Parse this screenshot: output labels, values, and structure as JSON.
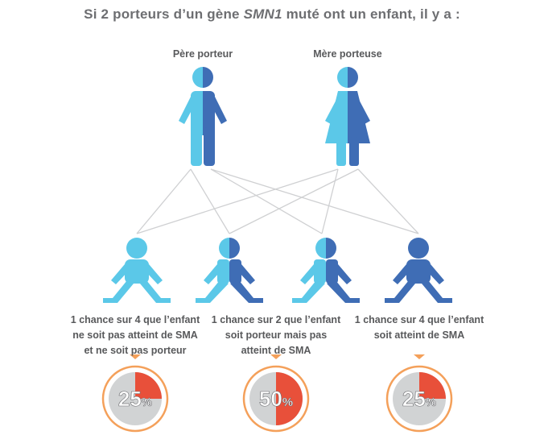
{
  "title": {
    "prefix": "Si 2 porteurs d’un gène ",
    "gene": "SMN1",
    "suffix": " muté ont un enfant, il y a :"
  },
  "parents": {
    "father_label": "Père porteur",
    "mother_label": "Mère porteuse"
  },
  "outcomes": [
    {
      "lines": [
        "1 chance sur 4 que l’enfant",
        "ne soit pas atteint de SMA",
        "et ne soit pas porteur"
      ],
      "percent_number": "25",
      "percent_sign": "%",
      "fraction": 0.25
    },
    {
      "lines": [
        "1 chance sur 2 que l’enfant",
        "soit porteur mais pas",
        "atteint de SMA"
      ],
      "percent_number": "50",
      "percent_sign": "%",
      "fraction": 0.5
    },
    {
      "lines": [
        "1 chance sur 4 que l’enfant",
        "soit atteint de SMA"
      ],
      "percent_number": "25",
      "percent_sign": "%",
      "fraction": 0.25
    }
  ],
  "colors": {
    "light_blue": "#5bc8e8",
    "dark_blue": "#3f6db5",
    "orange": "#f4a05a",
    "red": "#e8503a",
    "gray": "#d1d3d4",
    "line_gray": "#cfd0d2"
  }
}
